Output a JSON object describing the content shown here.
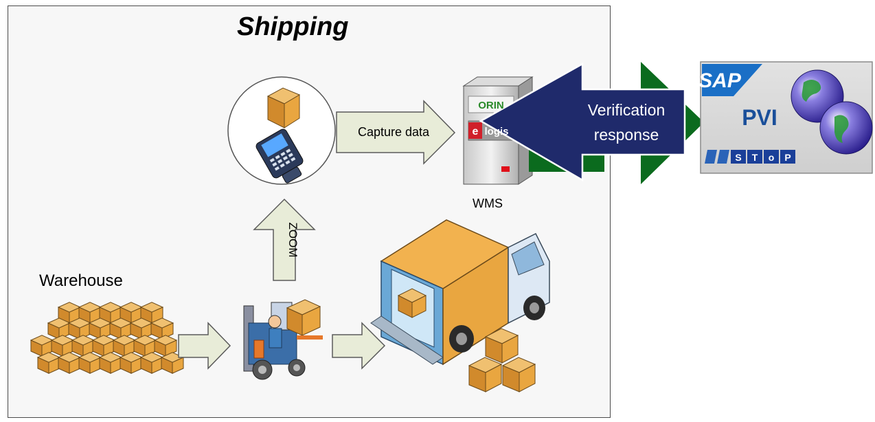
{
  "diagram": {
    "title": "Shipping",
    "warehouse_label": "Warehouse",
    "capture_label": "Capture data",
    "zoom_label": "ZOOM",
    "wms_label": "WMS",
    "server_logo_top": "ORIN",
    "server_logo_bottom": "logis",
    "server_logo_prefix": "e",
    "verification_label_line1": "Verification",
    "verification_label_line2": "response",
    "pvi_label": "PVI",
    "sap_logo": "SAP",
    "stop_logo": [
      "S",
      "T",
      "o",
      "P"
    ]
  },
  "colors": {
    "arrow_fill": "#e8ecd8",
    "arrow_stroke": "#5a5a5a",
    "verification_arrow": "#1f2a6b",
    "green_arrow": "#0b6b1e",
    "box_tan": "#d9a24a",
    "sap_blue": "#1a6fc6"
  }
}
